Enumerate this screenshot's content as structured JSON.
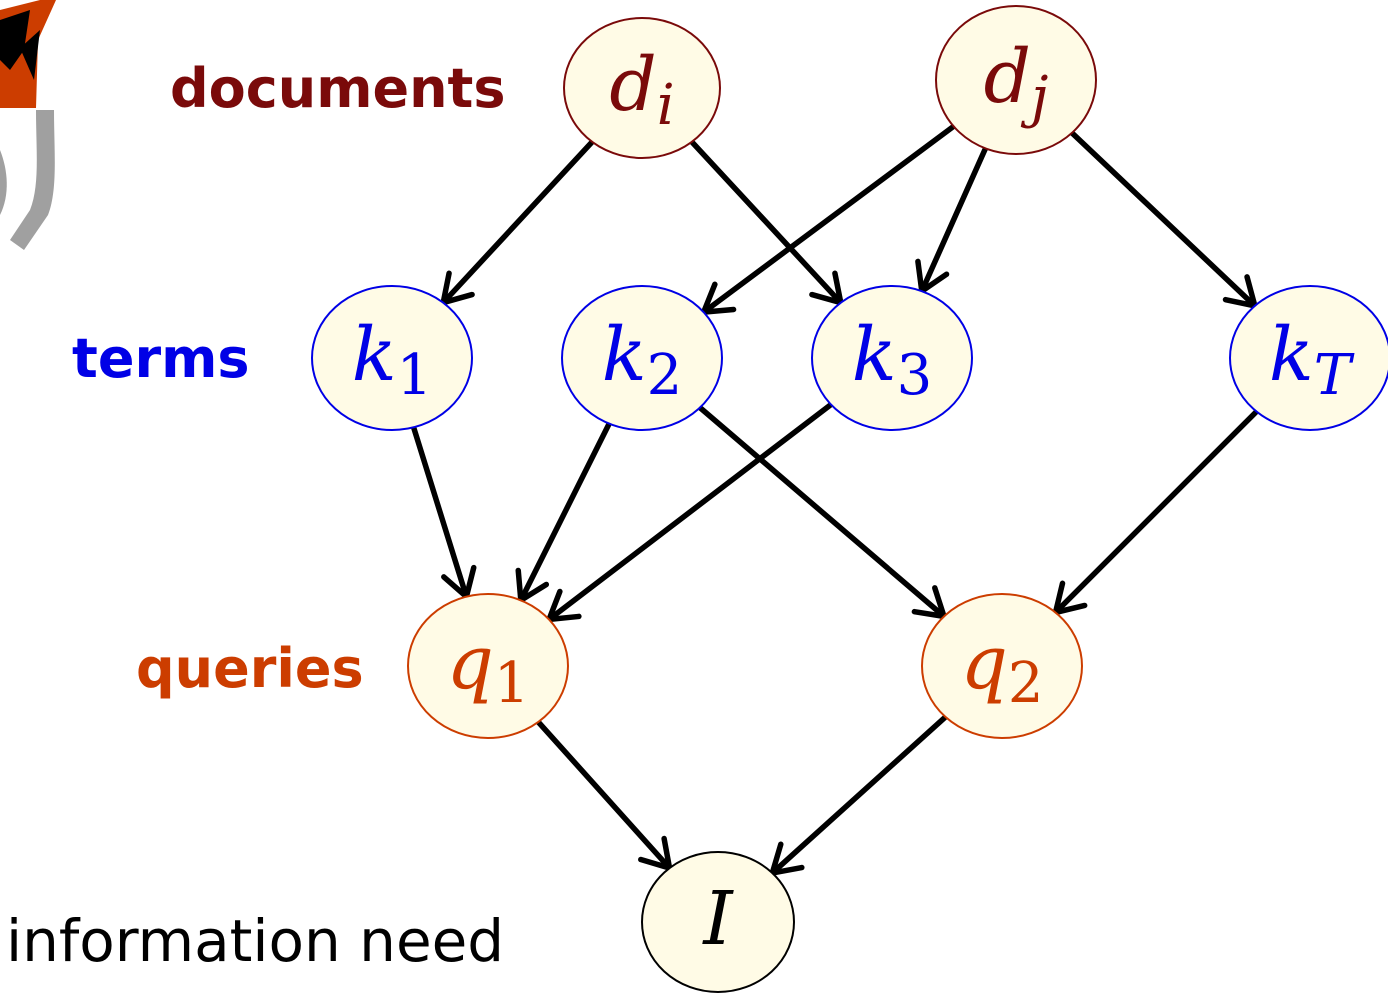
{
  "layers": {
    "documents": {
      "label": "documents",
      "color": "#7a0a0a"
    },
    "terms": {
      "label": "terms",
      "color": "#0000e6"
    },
    "queries": {
      "label": "queries",
      "color": "#cc3d00"
    },
    "need": {
      "label": "information need",
      "color": "#000000"
    }
  },
  "node_fill": "#fffbe6",
  "nodes": {
    "di": {
      "base": "d",
      "sub": "i",
      "layer": "documents"
    },
    "dj": {
      "base": "d",
      "sub": "j",
      "layer": "documents"
    },
    "k1": {
      "base": "k",
      "sub": "1",
      "layer": "terms"
    },
    "k2": {
      "base": "k",
      "sub": "2",
      "layer": "terms"
    },
    "k3": {
      "base": "k",
      "sub": "3",
      "layer": "terms"
    },
    "kT": {
      "base": "k",
      "sub": "T",
      "layer": "terms"
    },
    "q1": {
      "base": "q",
      "sub": "1",
      "layer": "queries"
    },
    "q2": {
      "base": "q",
      "sub": "2",
      "layer": "queries"
    },
    "I": {
      "base": "I",
      "sub": "",
      "layer": "need"
    }
  },
  "edges": [
    [
      "di",
      "k1"
    ],
    [
      "di",
      "k3"
    ],
    [
      "dj",
      "k2"
    ],
    [
      "dj",
      "k3"
    ],
    [
      "dj",
      "kT"
    ],
    [
      "k1",
      "q1"
    ],
    [
      "k2",
      "q1"
    ],
    [
      "k3",
      "q1"
    ],
    [
      "k2",
      "q2"
    ],
    [
      "kT",
      "q2"
    ],
    [
      "q1",
      "I"
    ],
    [
      "q2",
      "I"
    ]
  ],
  "mascot_colors": {
    "orange": "#cc3d00",
    "gray": "#a0a0a0",
    "black": "#000000"
  }
}
